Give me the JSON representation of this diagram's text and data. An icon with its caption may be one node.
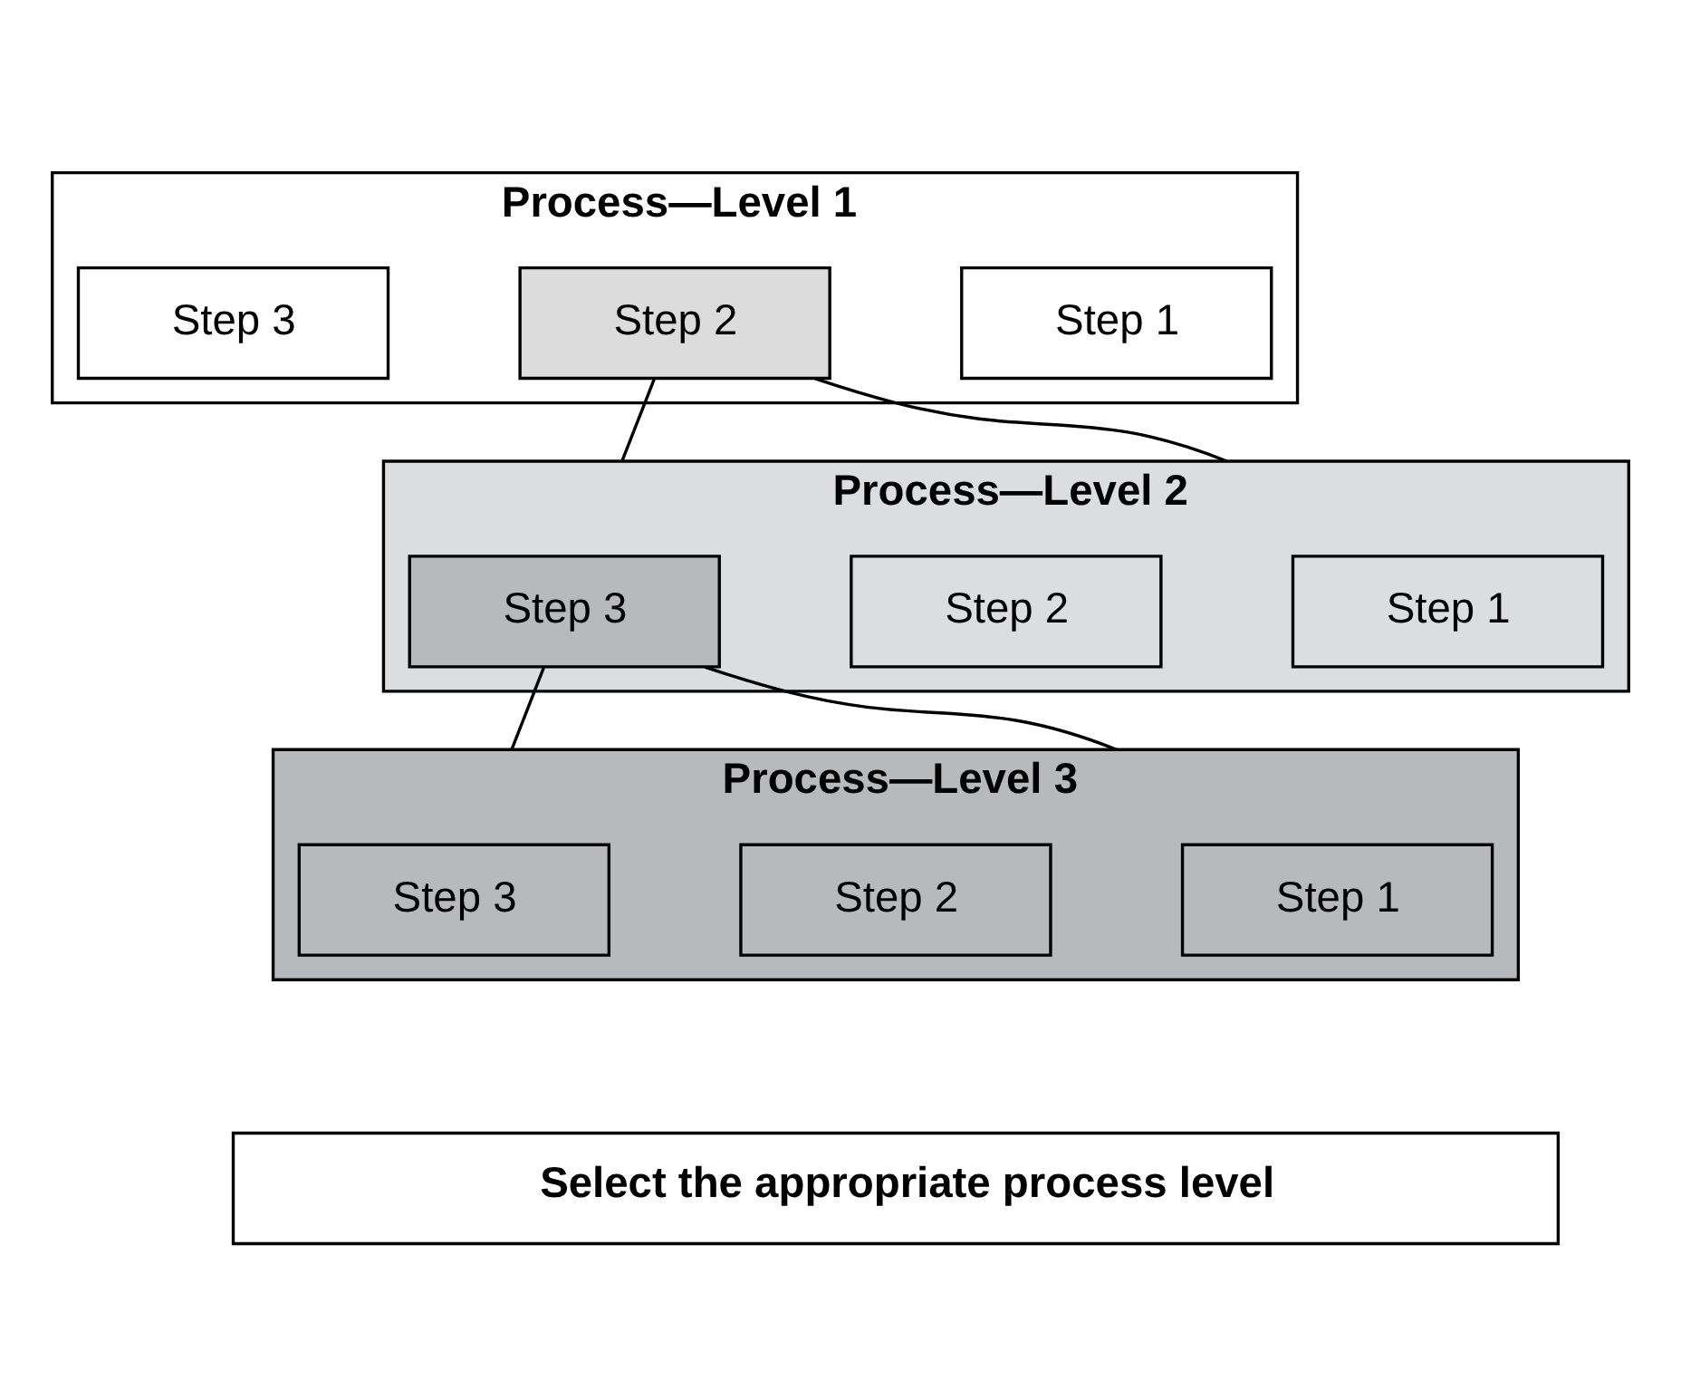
{
  "diagram": {
    "nodes": [
      {
        "text": [
          "Process—Level 1"
        ]
      },
      {
        "text": [
          "Step 1"
        ],
        "in": 0
      },
      {
        "text": [
          "Step 2"
        ],
        "in": 0
      },
      {
        "text": [
          "Step 3"
        ],
        "in": 0
      },
      {
        "text": [
          "Process—Level 2"
        ]
      },
      {
        "text": [
          "Step 1"
        ],
        "in": 4
      },
      {
        "text": [
          "Step 2"
        ],
        "in": 4
      },
      {
        "text": [
          "Step 3"
        ],
        "in": 4
      },
      {
        "text": [
          "Process—Level 3"
        ]
      },
      {
        "text": [
          "Step 1"
        ],
        "in": 8
      },
      {
        "text": [
          "Step 2"
        ],
        "in": 8
      },
      {
        "text": [
          "Step 3"
        ],
        "in": 8
      },
      {
        "text": [
          "Select the appropriate process level"
        ]
      }
    ],
    "edges": [
      {
        "from": 2,
        "to": 4,
        "arrow": "none"
      },
      {
        "from": 2,
        "to": 4,
        "arrow": "none"
      },
      {
        "from": 7,
        "to": 8,
        "arrow": "none"
      },
      {
        "from": 7,
        "to": 8,
        "arrow": "none"
      }
    ]
  }
}
